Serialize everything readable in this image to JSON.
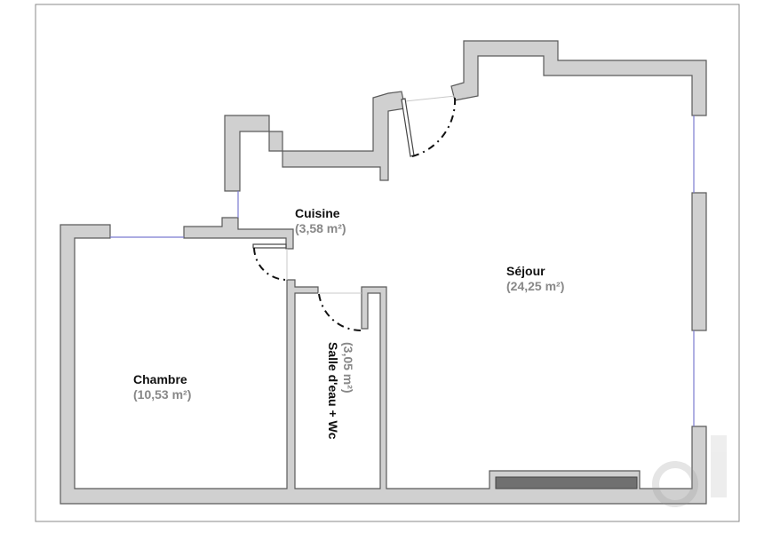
{
  "rooms": [
    {
      "name": "Cuisine",
      "area": "(3,58 m²)"
    },
    {
      "name": "Séjour",
      "area": "(24,25 m²)"
    },
    {
      "name": "Chambre",
      "area": "(10,53 m²)"
    },
    {
      "name": "Salle d'eau + Wc",
      "area": "(3,05 m²)"
    }
  ],
  "colors": {
    "wall": "#d0d0d0",
    "window": "#7a7ad0",
    "fireplace": "#707070"
  }
}
